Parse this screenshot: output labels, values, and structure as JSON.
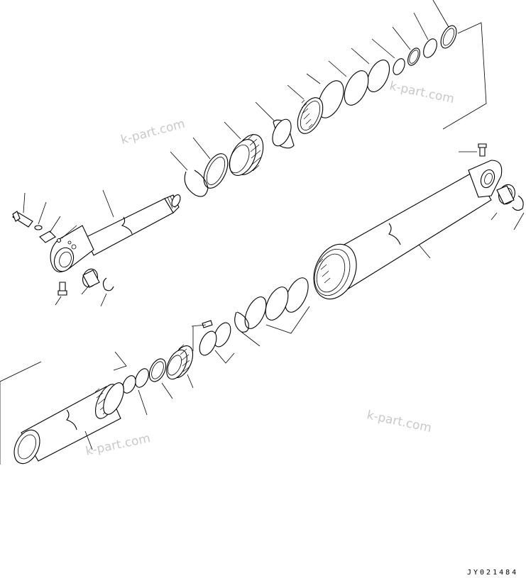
{
  "watermarks": [
    "k-part.com",
    "k-part.com",
    "k-part.com",
    "k-part.com"
  ],
  "drawing_code": "JY021484",
  "colors": {
    "line": "#000000",
    "watermark": "#c9c9c9",
    "background": "#ffffff"
  }
}
